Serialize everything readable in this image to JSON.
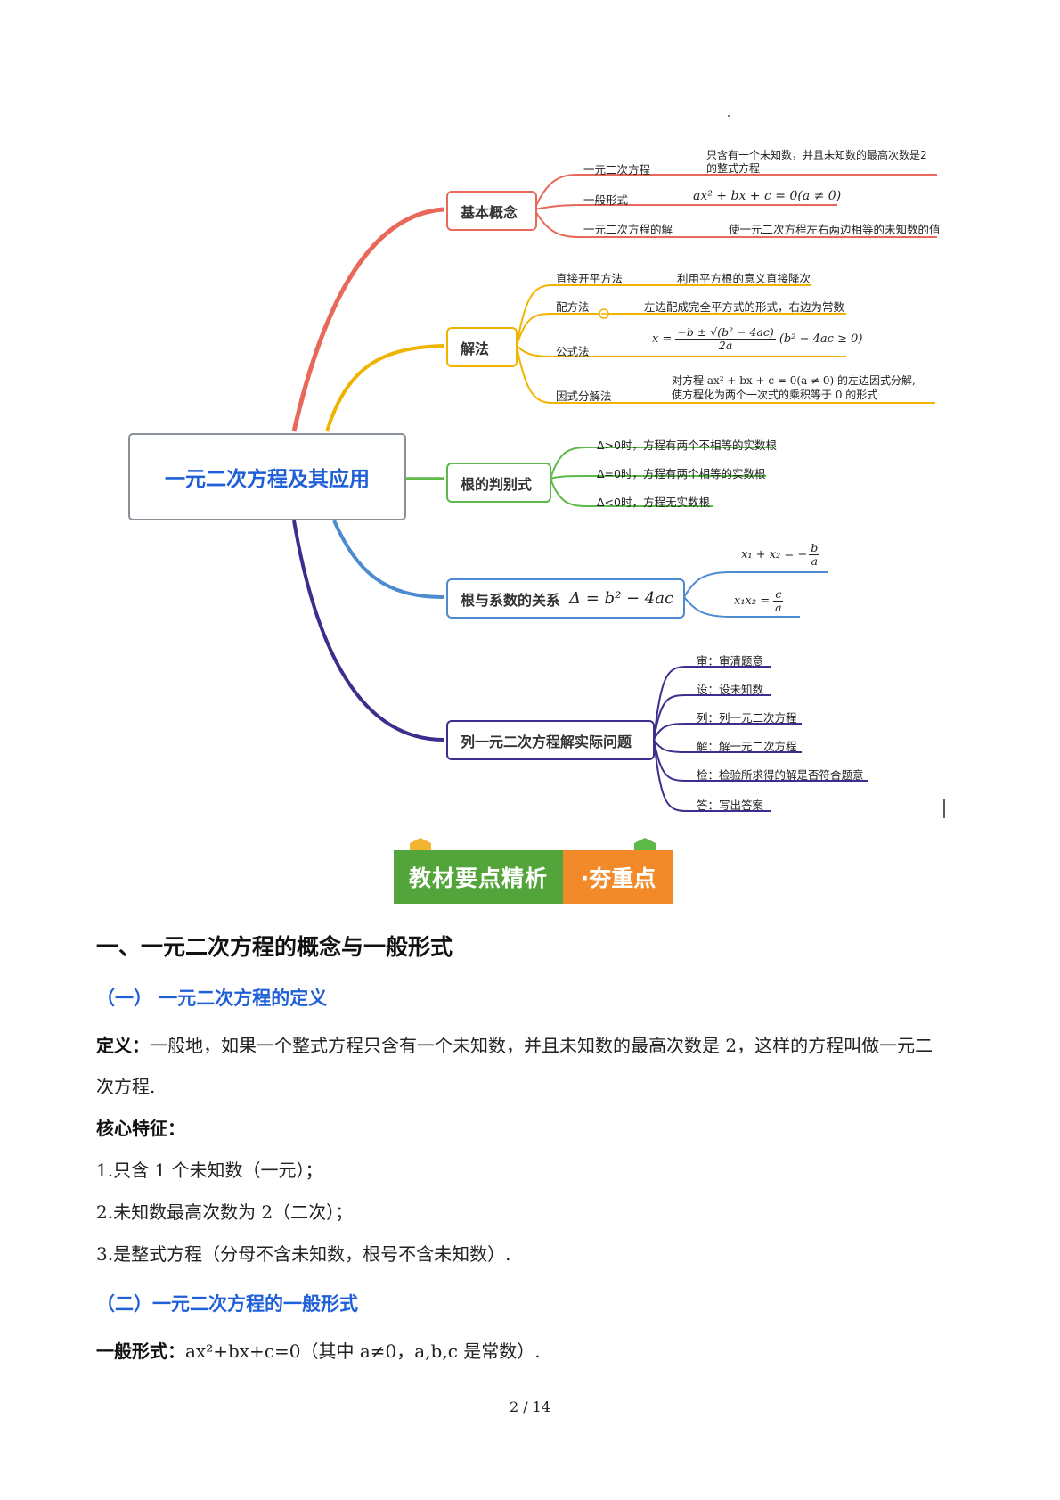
{
  "mindmap": {
    "center": "一元二次方程及其应用",
    "branch1": {
      "title": "基本概念",
      "items": [
        {
          "label": "一元二次方程",
          "desc_line1": "只含有一个未知数，并且未知数的最高次数是2",
          "desc_line2": "的整式方程"
        },
        {
          "label": "一般形式",
          "formula": "ax² + bx + c = 0(a ≠ 0)"
        },
        {
          "label": "一元二次方程的解",
          "desc": "使一元二次方程左右两边相等的未知数的值"
        }
      ]
    },
    "branch2": {
      "title": "解法",
      "items": [
        {
          "label": "直接开平方法",
          "desc": "利用平方根的意义直接降次"
        },
        {
          "label": "配方法",
          "desc": "左边配成完全平方式的形式，右边为常数"
        },
        {
          "label": "公式法",
          "formula_lhs": "x =",
          "formula_num": "−b ± √(b² − 4ac)",
          "formula_den": "2a",
          "formula_cond": "(b² − 4ac ≥ 0)"
        },
        {
          "label": "因式分解法",
          "desc_line1": "对方程 ax² + bx + c = 0(a ≠ 0) 的左边因式分解,",
          "desc_line2": "使方程化为两个一次式的乘积等于 0 的形式"
        }
      ]
    },
    "branch3": {
      "title": "根的判别式",
      "items": [
        "Δ>0时，方程有两个不相等的实数根",
        "Δ=0时，方程有两个相等的实数根",
        "Δ<0时，方程无实数根"
      ]
    },
    "branch4": {
      "title": "根与系数的关系",
      "formula": "Δ = b² − 4ac",
      "sum_lhs": "x₁ + x₂ = −",
      "sum_num": "b",
      "sum_den": "a",
      "prod_lhs": "x₁x₂ =",
      "prod_num": "c",
      "prod_den": "a"
    },
    "branch5": {
      "title": "列一元二次方程解实际问题",
      "items": [
        "审：审清题意",
        "设：设未知数",
        "列：列一元二次方程",
        "解：解一元二次方程",
        "检：检验所求得的解是否符合题意",
        "答：写出答案"
      ]
    }
  },
  "banner": {
    "left": "教材要点精析",
    "right": "·夯重点"
  },
  "section1": {
    "title": "一、一元二次方程的概念与一般形式"
  },
  "sub1": {
    "title": "（一） 一元二次方程的定义",
    "def_label": "定义：",
    "def_line1": "一般地，如果一个整式方程只含有一个未知数，并且未知数的最高次数是 2，这样的方程叫做一元二",
    "def_line2": "次方程.",
    "features_label": "核心特征：",
    "features": [
      "1.只含 1 个未知数（一元）；",
      "2.未知数最高次数为 2（二次）；",
      "3.是整式方程（分母不含未知数，根号不含未知数）."
    ]
  },
  "sub2": {
    "title": "（二）一元二次方程的一般形式",
    "label": "一般形式：",
    "formula": "ax²+bx+c=0（其中 a≠0，a,b,c 是常数）."
  },
  "footer": "2 / 14",
  "colors": {
    "branch1": "#e8685a",
    "branch2": "#f0b400",
    "branch3": "#5cb94a",
    "branch4": "#4d8bd0",
    "branch5": "#3a2f8c",
    "center_text": "#1f5fd8",
    "h2": "#1f5fd8"
  }
}
